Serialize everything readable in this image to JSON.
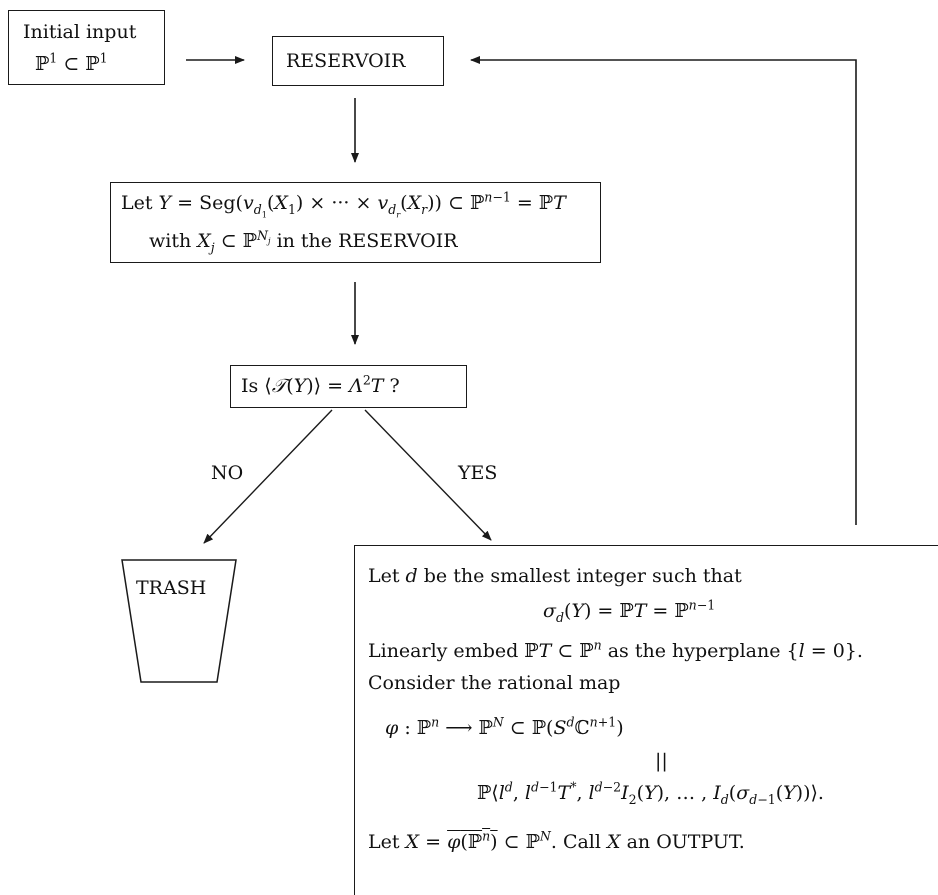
{
  "initial": {
    "line1": "Initial input"
  },
  "reservoir": {
    "label": "RESERVOIR"
  },
  "let_box": {
    "prefix": "Let ",
    "seg": "Seg",
    "in_the": " in the ",
    "reservoir_word": "RESERVOIR",
    "with": "with "
  },
  "question": {
    "prefix": "Is "
  },
  "branches": {
    "no": "NO",
    "yes": "YES"
  },
  "trash": {
    "label": "TRASH"
  },
  "output_box": {
    "line1": "be the smallest integer such that",
    "let": "Let",
    "line3a": "Linearly embed",
    "line3b": "as the hyperplane",
    "line4": "Consider the rational map",
    "line7a": "Let",
    "line7b": ". Call",
    "line7c": "an OUTPUT."
  }
}
